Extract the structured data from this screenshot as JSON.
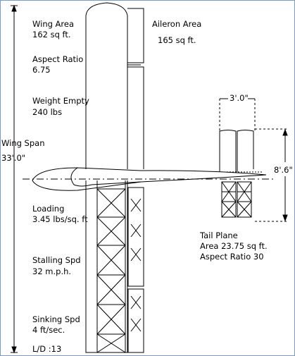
{
  "specs": {
    "wing_area_label": "Wing Area",
    "wing_area_value": "162 sq ft.",
    "aspect_ratio_label": "Aspect Ratio",
    "aspect_ratio_value": "6.75",
    "weight_label": "Weight Empty",
    "weight_value": "240 lbs",
    "loading_label": "Loading",
    "loading_value": "3.45 lbs/sq. ft",
    "stall_label": "Stalling Spd",
    "stall_value": "32 m.p.h.",
    "sink_label": "Sinking Spd",
    "sink_value": "4 ft/sec.",
    "ld_label": "L/D :13"
  },
  "wing_span": {
    "label": "Wing Span",
    "value": "33'.0\""
  },
  "aileron": {
    "label": "Aileron Area",
    "value": "165 sq ft."
  },
  "tail": {
    "width_dim": "3'.0\"",
    "height_dim": "8'.6\"",
    "title": "Tail Plane",
    "area": "Area 23.75 sq ft.",
    "aspect": "Aspect Ratio 30"
  },
  "colors": {
    "line": "#000000",
    "frame": "#7a9cc4"
  }
}
